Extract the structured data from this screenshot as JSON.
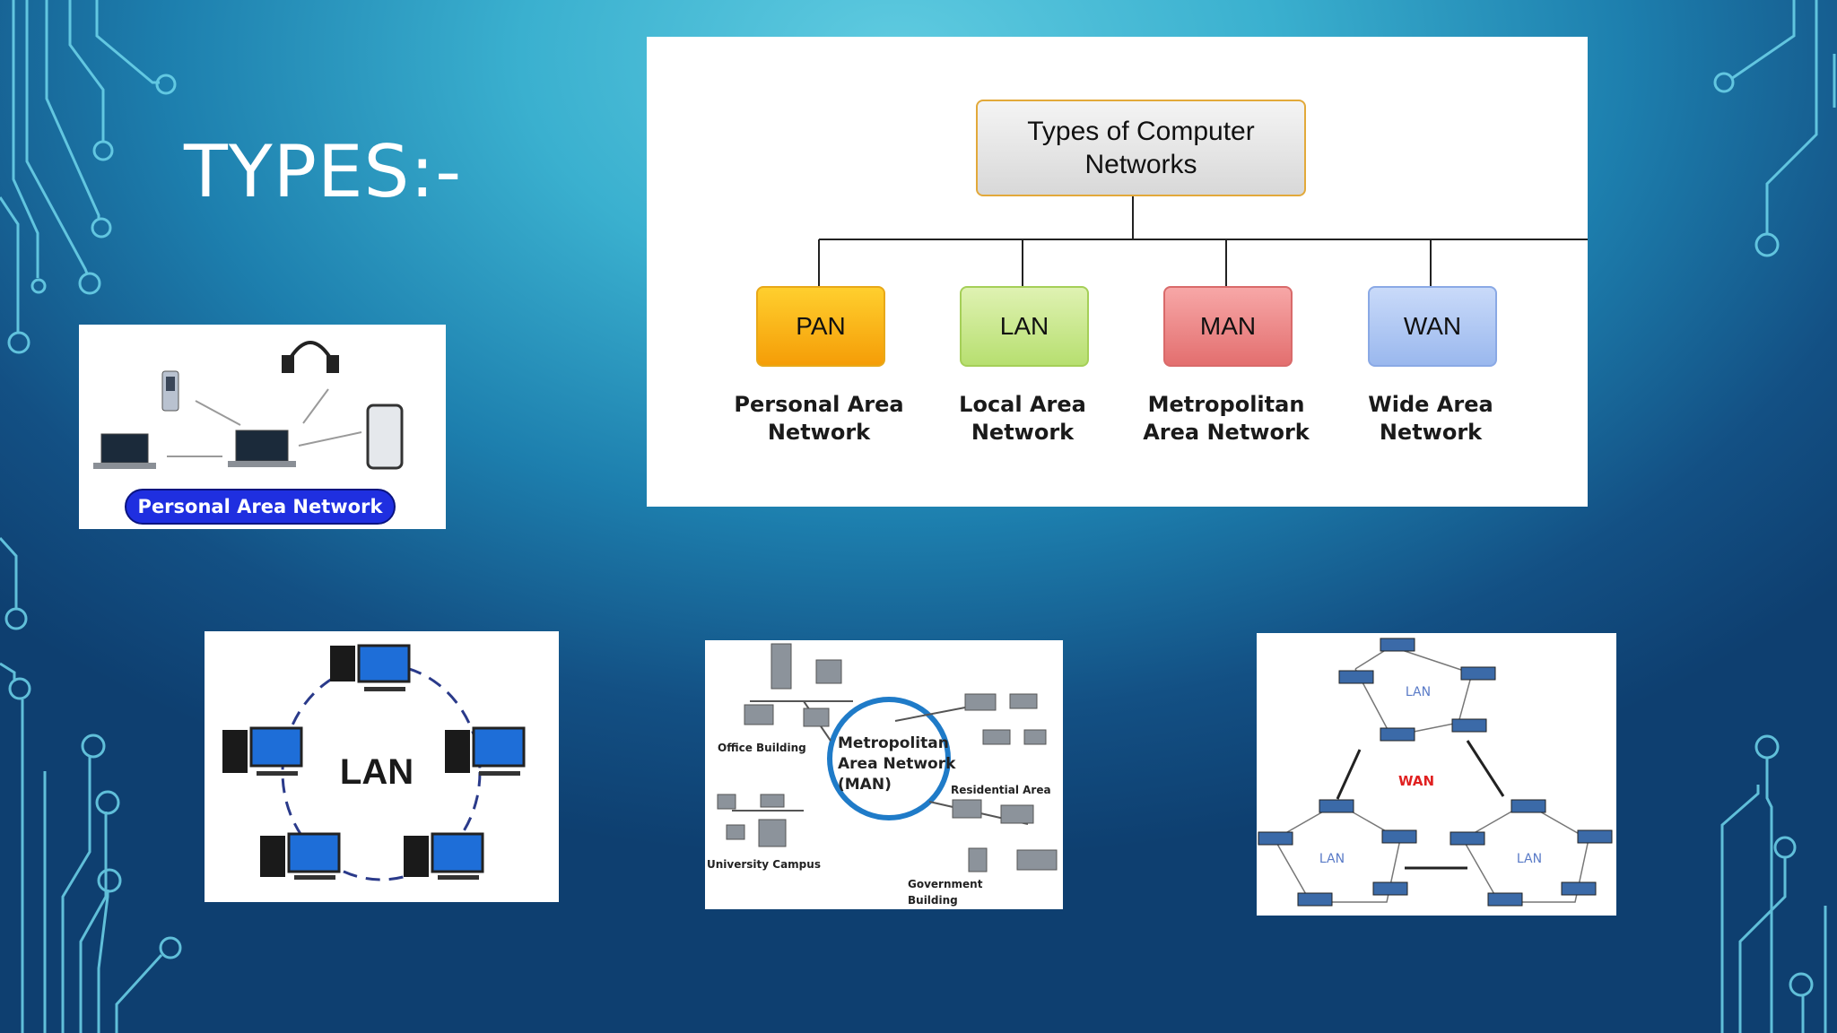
{
  "slide": {
    "title": "TYPES:-"
  },
  "hierarchy": {
    "root": "Types of Computer Networks",
    "nodes": [
      {
        "abbr": "PAN",
        "full": "Personal Area Network",
        "color": "#f9b115"
      },
      {
        "abbr": "LAN",
        "full": "Local Area Network",
        "color": "#c6e68d"
      },
      {
        "abbr": "MAN",
        "full": "Metropolitan Area Network",
        "color": "#ee8b8b"
      },
      {
        "abbr": "WAN",
        "full": "Wide Area Network",
        "color": "#aec6f4"
      }
    ]
  },
  "pan_image": {
    "badge": "Personal Area Network"
  },
  "lan_image": {
    "label": "LAN"
  },
  "man_image": {
    "center_line1": "Metropolitan",
    "center_line2": "Area Network",
    "center_line3": "(MAN)",
    "office": "Office Building",
    "residential": "Residential Area",
    "university": "University Campus",
    "government_line1": "Government",
    "government_line2": "Building"
  },
  "wan_image": {
    "lan_top": "LAN",
    "wan": "WAN",
    "lan_left": "LAN",
    "lan_right": "LAN"
  },
  "colors": {
    "background_light": "#5fcbe0",
    "background_dark": "#0e3f70",
    "circuit": "#6fd6ec",
    "pan_badge": "#1f2fe0",
    "wan_text": "#e02020",
    "lan_text": "#5a7bc7"
  }
}
